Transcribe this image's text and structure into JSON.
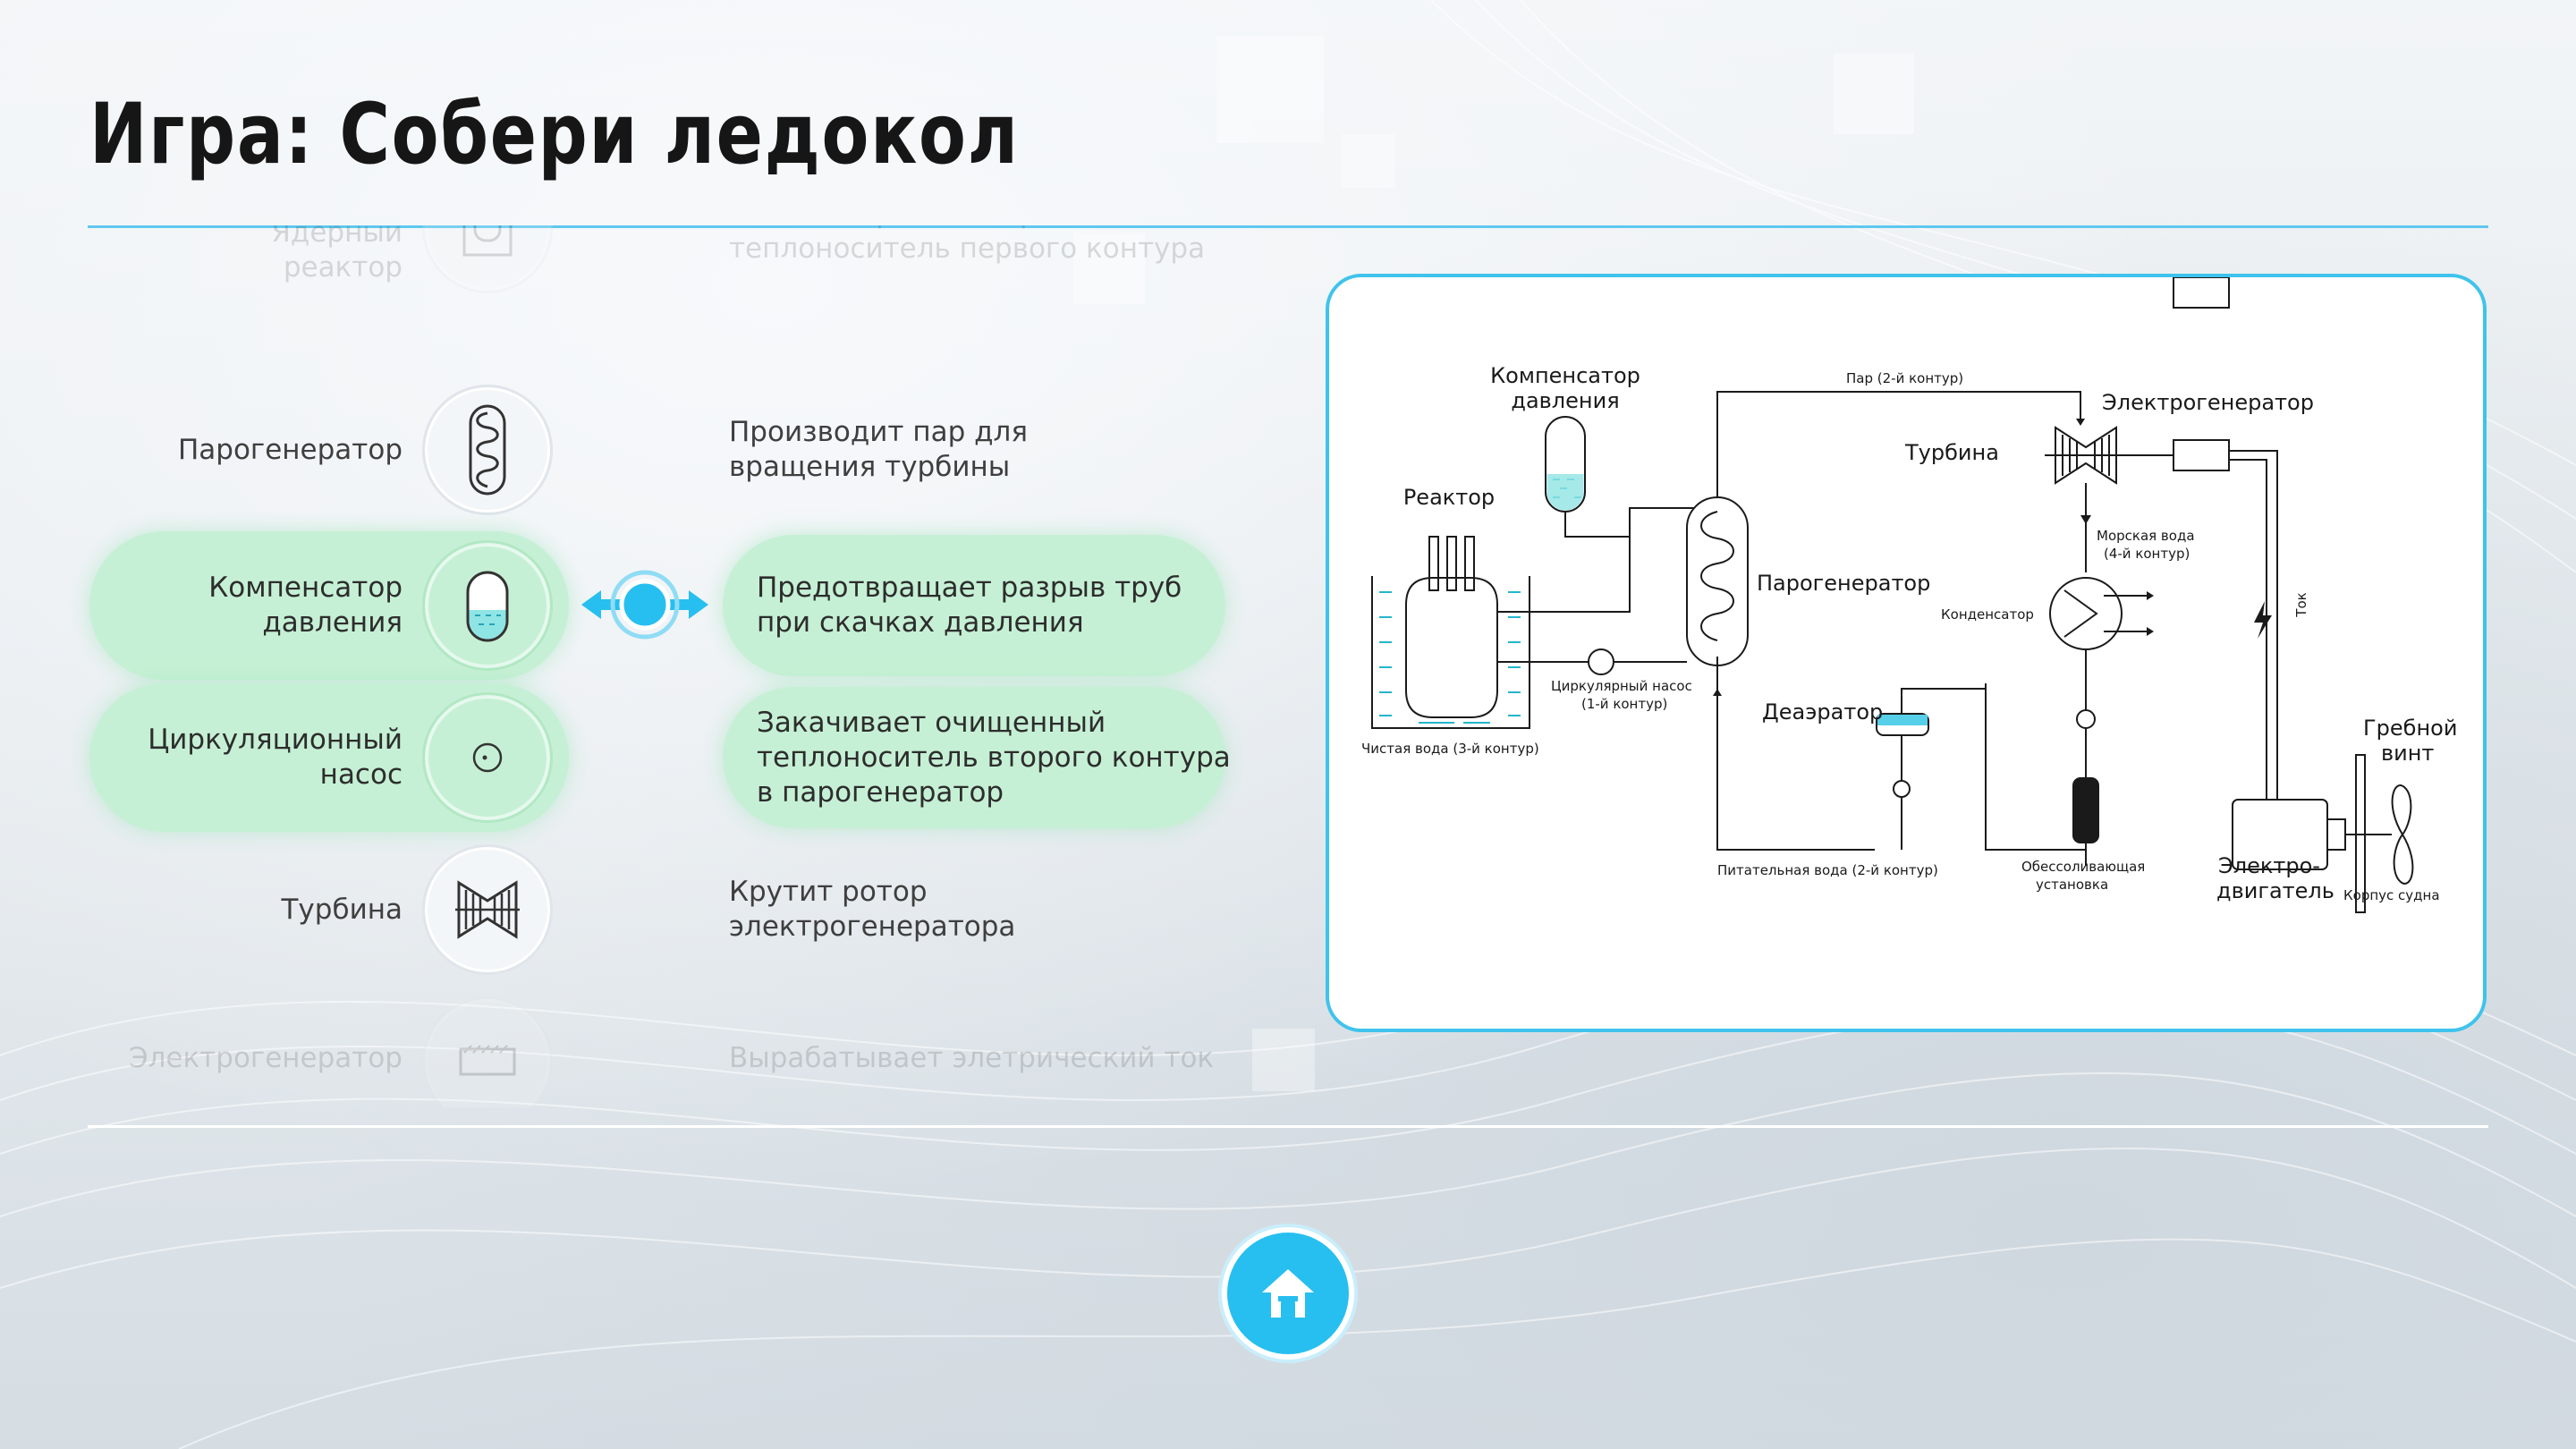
{
  "title": "Игра: Собери ледокол",
  "colors": {
    "accent": "#3fc3ec",
    "selected": "#c6f0d5",
    "title": "#161616"
  },
  "components": [
    {
      "name": "Ядерный\nреактор",
      "desc": "Своей энергией нагревает\nтеплоноситель первого контура",
      "icon": "reactor-icon",
      "state": "faded"
    },
    {
      "name": "Парогенератор",
      "desc": "Производит пар для\nвращения турбины",
      "icon": "steam-generator-icon",
      "state": "normal"
    },
    {
      "name": "Компенсатор\nдавления",
      "desc": "Предотвращает разрыв труб\nпри скачках давления",
      "icon": "pressure-compensator-icon",
      "state": "selected"
    },
    {
      "name": "Циркуляционный\nнасос",
      "desc": "Закачивает очищенный\nтеплоноситель второго контура\nв парогенератор",
      "icon": "circulation-pump-icon",
      "state": "selected"
    },
    {
      "name": "Турбина",
      "desc": "Крутит ротор\nэлектрогенератора",
      "icon": "turbine-icon",
      "state": "normal"
    },
    {
      "name": "Электрогенератор",
      "desc": "Вырабатывает элетрический ток",
      "icon": "electrogenerator-icon",
      "state": "faded"
    }
  ],
  "diagram": {
    "labels": {
      "compensator": [
        "Компенсатор",
        "давления"
      ],
      "steam_pipe": "Пар (2-й контур)",
      "electrogenerator": "Электрогенератор",
      "turbine": "Турбина",
      "reactor": "Реактор",
      "steam_generator": "Парогенератор",
      "sea_water": [
        "Морская вода",
        "(4-й контур)"
      ],
      "condenser": "Конденсатор",
      "current": "Ток",
      "circ_pump": [
        "Циркулярный насос",
        "(1-й контур)"
      ],
      "deaerator": "Деаэратор",
      "clean_water": "Чистая вода (3-й контур)",
      "propeller": [
        "Гребной",
        "винт"
      ],
      "feed_water": "Питательная вода (2-й контур)",
      "desalination": [
        "Обессоливающая",
        "установка"
      ],
      "motor": [
        "Электро-",
        "двигатель"
      ],
      "hull": "Корпус судна"
    }
  },
  "home_icon": "home-icon"
}
